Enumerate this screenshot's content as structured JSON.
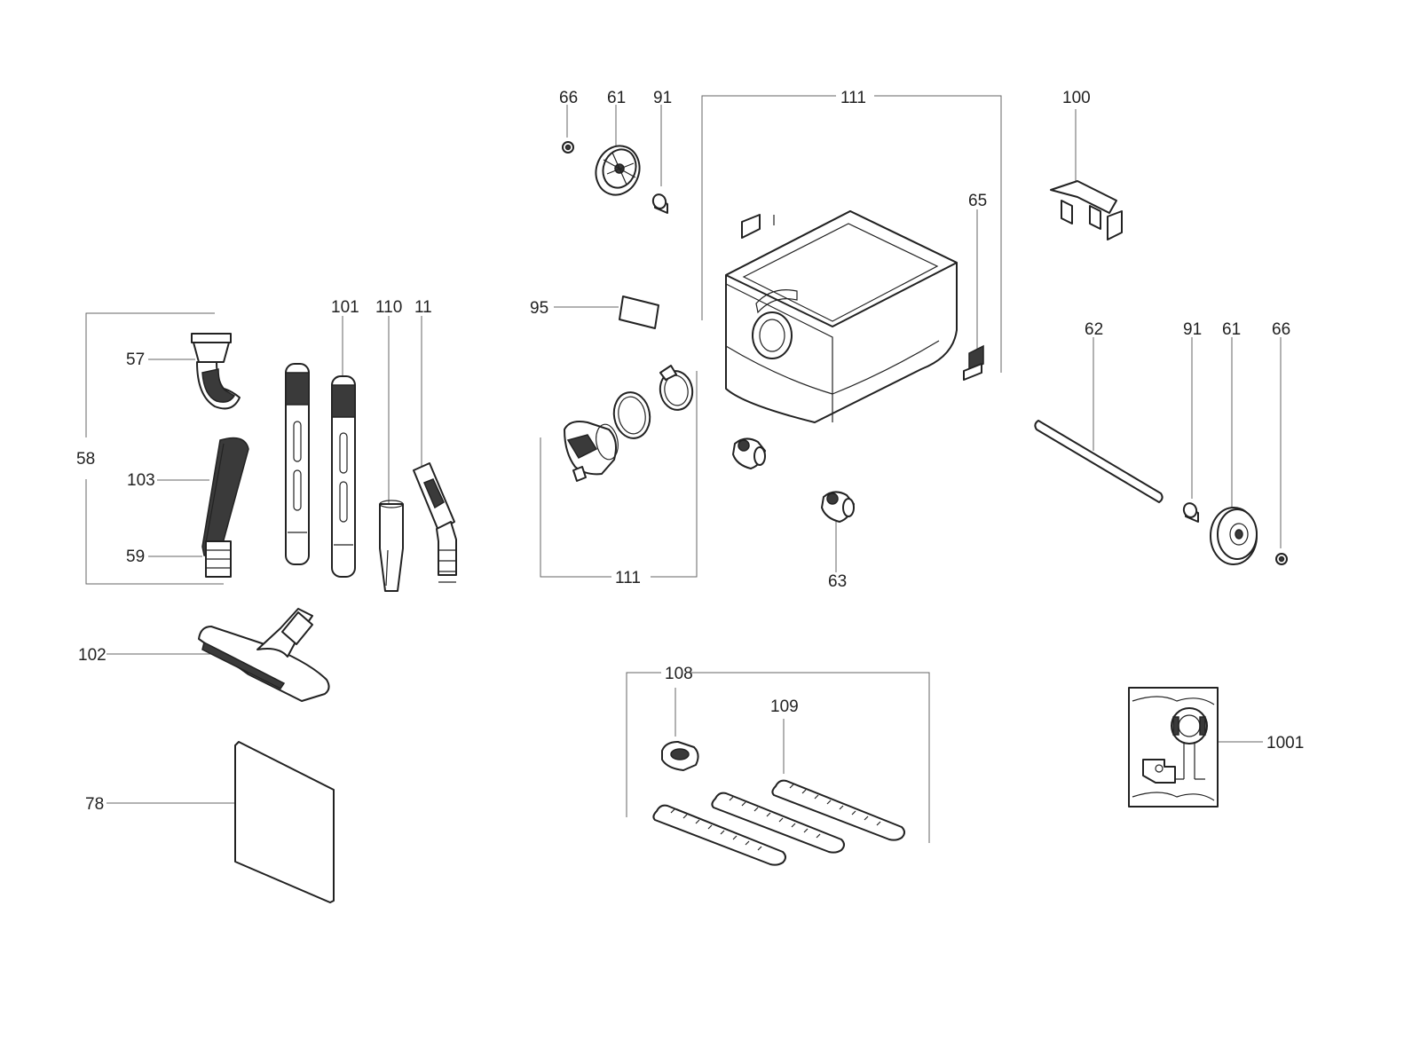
{
  "labels": {
    "l11": "11",
    "l57": "57",
    "l58": "58",
    "l59": "59",
    "l61a": "61",
    "l61b": "61",
    "l62": "62",
    "l63": "63",
    "l65": "65",
    "l66a": "66",
    "l66b": "66",
    "l78": "78",
    "l91a": "91",
    "l91b": "91",
    "l95": "95",
    "l100": "100",
    "l101": "101",
    "l102": "102",
    "l103": "103",
    "l108": "108",
    "l109": "109",
    "l110": "110",
    "l111a": "111",
    "l111b": "111",
    "l1001": "1001"
  },
  "colors": {
    "line": "#222222",
    "leader": "#666666",
    "background": "#ffffff"
  }
}
